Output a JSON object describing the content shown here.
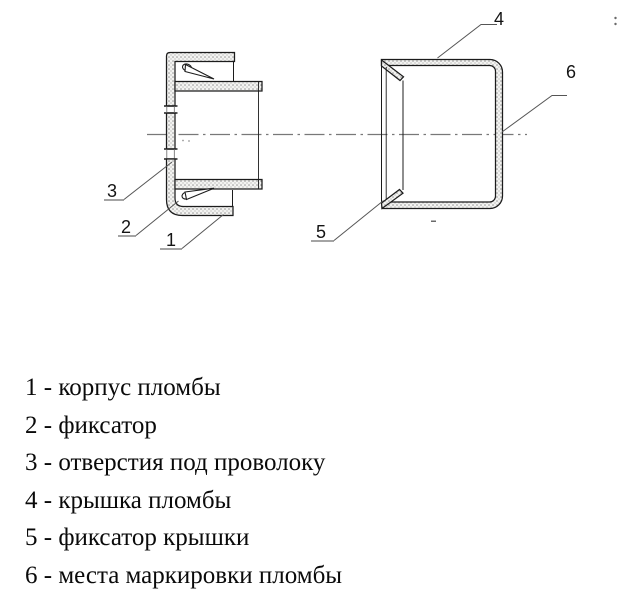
{
  "diagram": {
    "description": "Технический чертеж пломбы: корпус (слева) и крышка (справа) в разрезе",
    "callouts": [
      {
        "number": "1"
      },
      {
        "number": "2"
      },
      {
        "number": "3"
      },
      {
        "number": "4"
      },
      {
        "number": "5"
      },
      {
        "number": "6"
      }
    ]
  },
  "legend": {
    "items": [
      {
        "label": "1 - корпус пломбы"
      },
      {
        "label": "2 - фиксатор"
      },
      {
        "label": "3 - отверстия под проволоку"
      },
      {
        "label": "4 - крышка пломбы"
      },
      {
        "label": "5 - фиксатор крышки"
      },
      {
        "label": "6 - места маркировки пломбы"
      }
    ]
  },
  "colors": {
    "outline": "#1c1c1c",
    "leader": "#555555",
    "centerline": "#787878",
    "background": "#ffffff"
  }
}
